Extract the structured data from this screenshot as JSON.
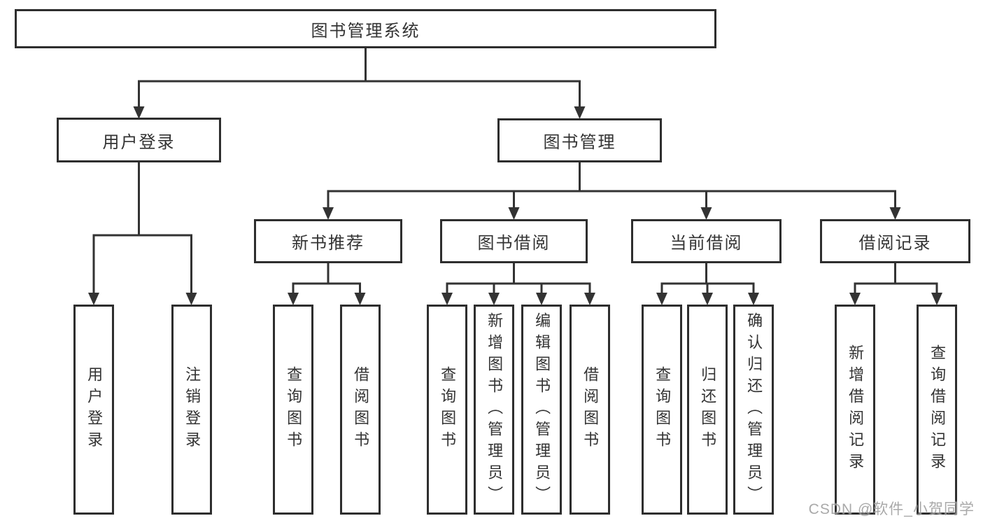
{
  "tree": {
    "root": "图书管理系统",
    "user_branch": {
      "label": "用户登录",
      "leaves": [
        "用户登录",
        "注销登录"
      ]
    },
    "book_branch": {
      "label": "图书管理",
      "children": [
        {
          "label": "新书推荐",
          "leaves": [
            "查询图书",
            "借阅图书"
          ]
        },
        {
          "label": "图书借阅",
          "leaves": [
            "查询图书",
            "新增图书（管理员）",
            "编辑图书（管理员）",
            "借阅图书"
          ]
        },
        {
          "label": "当前借阅",
          "leaves": [
            "查询图书",
            "归还图书",
            "确认归还（管理员）"
          ]
        },
        {
          "label": "借阅记录",
          "leaves": [
            "新增借阅记录",
            "查询借阅记录"
          ]
        }
      ]
    }
  },
  "watermark": "CSDN @软件_小贺同学",
  "colors": {
    "line": "#333333",
    "box_border": "#2e2e2e",
    "text": "#333333",
    "watermark": "#9e9e9e",
    "background": "#ffffff"
  }
}
